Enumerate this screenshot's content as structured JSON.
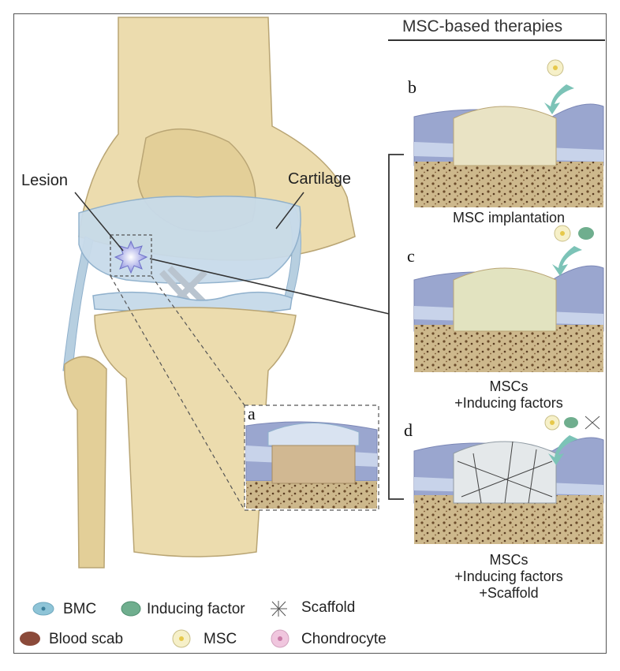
{
  "header": {
    "title": "MSC-based therapies"
  },
  "knee": {
    "lesion_label": "Lesion",
    "cartilage_label": "Cartilage"
  },
  "panels": [
    {
      "letter": "a",
      "caption": []
    },
    {
      "letter": "b",
      "caption": [
        "MSC implantation"
      ]
    },
    {
      "letter": "c",
      "caption": [
        "MSCs",
        "+Inducing factors"
      ]
    },
    {
      "letter": "d",
      "caption": [
        "MSCs",
        "+Inducing factors",
        "+Scaffold"
      ]
    }
  ],
  "legend": [
    {
      "label": "BMC",
      "icon": "bmc-icon"
    },
    {
      "label": "Inducing factor",
      "icon": "inducing-factor-icon"
    },
    {
      "label": "Scaffold",
      "icon": "scaffold-icon"
    },
    {
      "label": "Blood scab",
      "icon": "blood-scab-icon"
    },
    {
      "label": "MSC",
      "icon": "msc-icon"
    },
    {
      "label": "Chondrocyte",
      "icon": "chondrocyte-icon"
    }
  ],
  "colors": {
    "bone": "#ecdcae",
    "bone_stroke": "#b9a574",
    "cartilage": "#c8dbea",
    "cartilage_stroke": "#8fb0cc",
    "subchondral": "#9aa6cf",
    "spongy_bone": "#c9b58b",
    "msc": "#f6f0c8",
    "inducing_factor": "#6fae8e",
    "blood_scab": "#8b4a3a",
    "chondrocyte": "#f0c6de",
    "arrow": "#7cc3b7"
  }
}
